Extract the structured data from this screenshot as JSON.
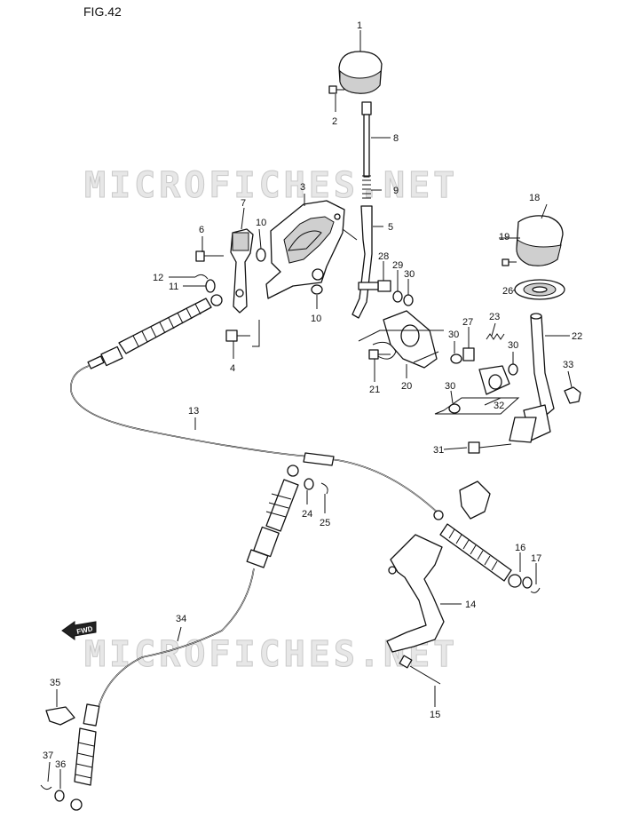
{
  "figure_caption": "FIG.42",
  "watermark": "MICROFICHES.NET",
  "forward_marker": "FWD",
  "callouts": {
    "c1": "1",
    "c2": "2",
    "c3": "3",
    "c4": "4",
    "c5": "5",
    "c6": "6",
    "c7": "7",
    "c8": "8",
    "c9": "9",
    "c10a": "10",
    "c10b": "10",
    "c11": "11",
    "c12": "12",
    "c13": "13",
    "c14": "14",
    "c15": "15",
    "c16": "16",
    "c17": "17",
    "c18": "18",
    "c19": "19",
    "c20": "20",
    "c21": "21",
    "c22": "22",
    "c23": "23",
    "c24": "24",
    "c25": "25",
    "c26": "26",
    "c27": "27",
    "c28": "28",
    "c29": "29",
    "c30a": "30",
    "c30b": "30",
    "c30c": "30",
    "c30d": "30",
    "c31": "31",
    "c32": "32",
    "c33": "33",
    "c34": "34",
    "c35": "35",
    "c36": "36",
    "c37": "37"
  }
}
